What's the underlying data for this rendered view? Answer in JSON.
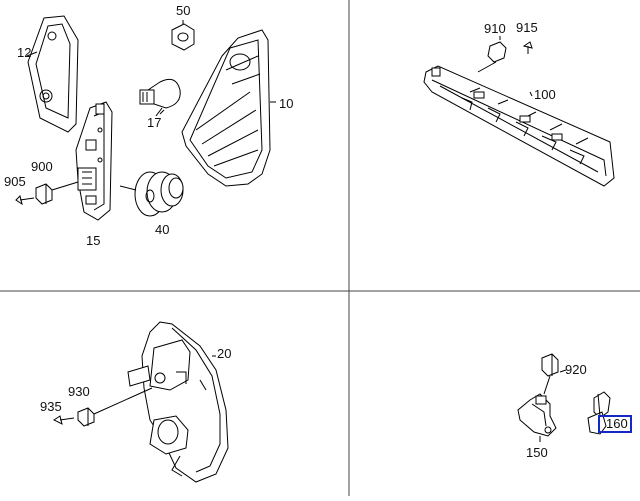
{
  "diagram": {
    "labels": {
      "p12": "12",
      "p50": "50",
      "p10": "10",
      "p17": "17",
      "p900": "900",
      "p905": "905",
      "p15": "15",
      "p40": "40",
      "p910": "910",
      "p915": "915",
      "p100": "100",
      "p20": "20",
      "p930": "930",
      "p935": "935",
      "p920": "920",
      "p150": "150",
      "p160": "160"
    },
    "selected_part": "160",
    "colors": {
      "line": "#000000",
      "fill": "#ffffff",
      "shade": "#cfcfcf",
      "highlight": "#1428c8"
    }
  }
}
